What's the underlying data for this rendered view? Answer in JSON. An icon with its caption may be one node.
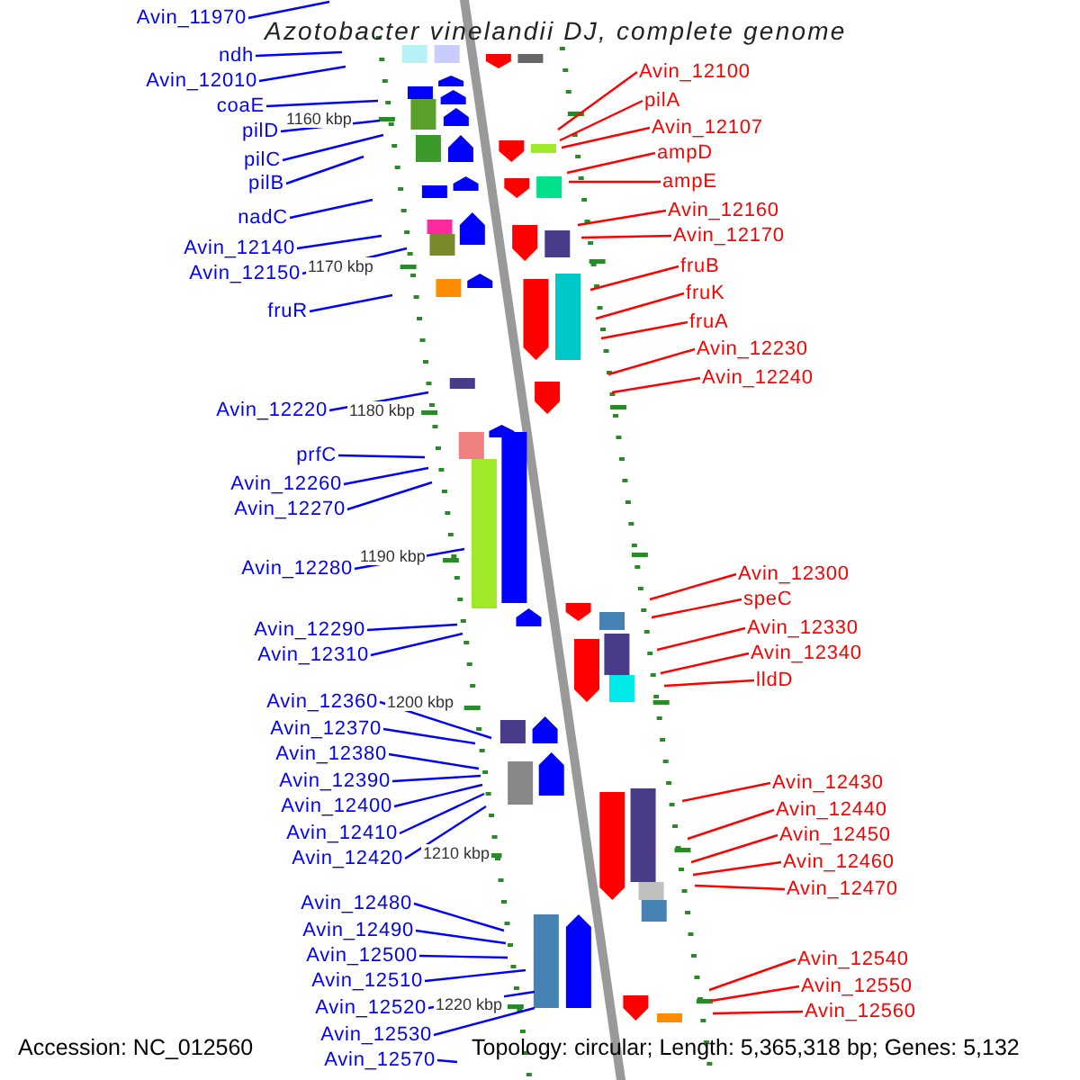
{
  "diagram": {
    "title": "Azotobacter vinelandii DJ, complete genome",
    "nodes": [
      {
        "text": [
          "Avin_11970"
        ]
      },
      {
        "text": [
          "ndh"
        ]
      },
      {
        "text": [
          "Avin_12010"
        ]
      },
      {
        "text": [
          "coaE"
        ]
      },
      {
        "text": [
          "pilD"
        ]
      },
      {
        "text": [
          "pilC"
        ]
      },
      {
        "text": [
          "pilB"
        ]
      },
      {
        "text": [
          "nadC"
        ]
      },
      {
        "text": [
          "Avin_12140"
        ]
      },
      {
        "text": [
          "Avin_12150"
        ]
      },
      {
        "text": [
          "fruR"
        ]
      },
      {
        "text": [
          "Avin_12220"
        ]
      },
      {
        "text": [
          "prfC"
        ]
      },
      {
        "text": [
          "Avin_12260"
        ]
      },
      {
        "text": [
          "Avin_12270"
        ]
      },
      {
        "text": [
          "Avin_12280"
        ]
      },
      {
        "text": [
          "Avin_12290"
        ]
      },
      {
        "text": [
          "Avin_12310"
        ]
      },
      {
        "text": [
          "Avin_12360"
        ]
      },
      {
        "text": [
          "Avin_12370"
        ]
      },
      {
        "text": [
          "Avin_12380"
        ]
      },
      {
        "text": [
          "Avin_12390"
        ]
      },
      {
        "text": [
          "Avin_12400"
        ]
      },
      {
        "text": [
          "Avin_12410"
        ]
      },
      {
        "text": [
          "Avin_12420"
        ]
      },
      {
        "text": [
          "Avin_12480"
        ]
      },
      {
        "text": [
          "Avin_12490"
        ]
      },
      {
        "text": [
          "Avin_12500"
        ]
      },
      {
        "text": [
          "Avin_12510"
        ]
      },
      {
        "text": [
          "Avin_12520"
        ]
      },
      {
        "text": [
          "Avin_12530"
        ]
      },
      {
        "text": [
          "Avin_12570"
        ]
      },
      {
        "text": [
          "Avin_12100"
        ]
      },
      {
        "text": [
          "pilA"
        ]
      },
      {
        "text": [
          "Avin_12107"
        ]
      },
      {
        "text": [
          "ampD"
        ]
      },
      {
        "text": [
          "ampE"
        ]
      },
      {
        "text": [
          "Avin_12160"
        ]
      },
      {
        "text": [
          "Avin_12170"
        ]
      },
      {
        "text": [
          "fruB"
        ]
      },
      {
        "text": [
          "fruK"
        ]
      },
      {
        "text": [
          "fruA"
        ]
      },
      {
        "text": [
          "Avin_12230"
        ]
      },
      {
        "text": [
          "Avin_12240"
        ]
      },
      {
        "text": [
          "Avin_12300"
        ]
      },
      {
        "text": [
          "speC"
        ]
      },
      {
        "text": [
          "Avin_12330"
        ]
      },
      {
        "text": [
          "Avin_12340"
        ]
      },
      {
        "text": [
          "lldD"
        ]
      },
      {
        "text": [
          "Avin_12430"
        ]
      },
      {
        "text": [
          "Avin_12440"
        ]
      },
      {
        "text": [
          "Avin_12450"
        ]
      },
      {
        "text": [
          "Avin_12460"
        ]
      },
      {
        "text": [
          "Avin_12470"
        ]
      },
      {
        "text": [
          "Avin_12540"
        ]
      },
      {
        "text": [
          "Avin_12550"
        ]
      },
      {
        "text": [
          "Avin_12560"
        ]
      }
    ],
    "edges": [
      {
        "from": 0,
        "to": null,
        "arrow": "none"
      },
      {
        "from": 1,
        "to": null,
        "arrow": "none"
      },
      {
        "from": 2,
        "to": null,
        "arrow": "none"
      },
      {
        "from": 3,
        "to": null,
        "arrow": "none"
      },
      {
        "from": 4,
        "to": null,
        "arrow": "none"
      },
      {
        "from": 5,
        "to": null,
        "arrow": "none"
      },
      {
        "from": 6,
        "to": null,
        "arrow": "none"
      },
      {
        "from": 7,
        "to": null,
        "arrow": "none"
      },
      {
        "from": 8,
        "to": null,
        "arrow": "none"
      },
      {
        "from": 9,
        "to": null,
        "arrow": "none"
      },
      {
        "from": 10,
        "to": null,
        "arrow": "none"
      },
      {
        "from": 11,
        "to": null,
        "arrow": "none"
      },
      {
        "from": 12,
        "to": null,
        "arrow": "none"
      },
      {
        "from": 13,
        "to": null,
        "arrow": "none"
      },
      {
        "from": 14,
        "to": null,
        "arrow": "none"
      },
      {
        "from": 15,
        "to": null,
        "arrow": "none"
      },
      {
        "from": 16,
        "to": null,
        "arrow": "none"
      },
      {
        "from": 17,
        "to": null,
        "arrow": "none"
      },
      {
        "from": 18,
        "to": null,
        "arrow": "none"
      },
      {
        "from": 19,
        "to": null,
        "arrow": "none"
      },
      {
        "from": 20,
        "to": null,
        "arrow": "none"
      },
      {
        "from": 21,
        "to": null,
        "arrow": "none"
      },
      {
        "from": 22,
        "to": null,
        "arrow": "none"
      },
      {
        "from": 23,
        "to": null,
        "arrow": "none"
      },
      {
        "from": 24,
        "to": null,
        "arrow": "none"
      },
      {
        "from": 25,
        "to": null,
        "arrow": "none"
      },
      {
        "from": 26,
        "to": null,
        "arrow": "none"
      },
      {
        "from": 27,
        "to": null,
        "arrow": "none"
      },
      {
        "from": 28,
        "to": null,
        "arrow": "none"
      },
      {
        "from": 29,
        "to": null,
        "arrow": "none"
      },
      {
        "from": 30,
        "to": null,
        "arrow": "none"
      },
      {
        "from": 31,
        "to": null,
        "arrow": "none"
      },
      {
        "from": 32,
        "to": null,
        "arrow": "none",
        "color": "#ff0000"
      },
      {
        "from": 33,
        "to": null,
        "arrow": "none",
        "color": "#ff0000"
      },
      {
        "from": 34,
        "to": null,
        "arrow": "none",
        "color": "#ff0000"
      },
      {
        "from": 35,
        "to": null,
        "arrow": "none",
        "color": "#ff0000"
      },
      {
        "from": 36,
        "to": null,
        "arrow": "none",
        "color": "#ff0000"
      },
      {
        "from": 37,
        "to": null,
        "arrow": "none",
        "color": "#ff0000"
      },
      {
        "from": 38,
        "to": null,
        "arrow": "none",
        "color": "#ff0000"
      },
      {
        "from": 39,
        "to": null,
        "arrow": "none",
        "color": "#ff0000"
      },
      {
        "from": 40,
        "to": null,
        "arrow": "none",
        "color": "#ff0000"
      },
      {
        "from": 41,
        "to": null,
        "arrow": "none",
        "color": "#ff0000"
      },
      {
        "from": 42,
        "to": null,
        "arrow": "none",
        "color": "#ff0000"
      },
      {
        "from": 43,
        "to": null,
        "arrow": "none",
        "color": "#ff0000"
      },
      {
        "from": 44,
        "to": null,
        "arrow": "none",
        "color": "#ff0000"
      },
      {
        "from": 45,
        "to": null,
        "arrow": "none",
        "color": "#ff0000"
      },
      {
        "from": 46,
        "to": null,
        "arrow": "none",
        "color": "#ff0000"
      },
      {
        "from": 47,
        "to": null,
        "arrow": "none",
        "color": "#ff0000"
      },
      {
        "from": 48,
        "to": null,
        "arrow": "none",
        "color": "#ff0000"
      },
      {
        "from": 49,
        "to": null,
        "arrow": "none",
        "color": "#ff0000"
      },
      {
        "from": 50,
        "to": null,
        "arrow": "none",
        "color": "#ff0000"
      },
      {
        "from": 51,
        "to": null,
        "arrow": "none",
        "color": "#ff0000"
      },
      {
        "from": 52,
        "to": null,
        "arrow": "none",
        "color": "#ff0000"
      },
      {
        "from": 53,
        "to": null,
        "arrow": "none",
        "color": "#ff0000"
      },
      {
        "from": 54,
        "to": null,
        "arrow": "none",
        "color": "#ff0000"
      },
      {
        "from": 55,
        "to": null,
        "arrow": "none",
        "color": "#ff0000"
      },
      {
        "from": 56,
        "to": null,
        "arrow": "none",
        "color": "#ff0000"
      }
    ],
    "labels": [
      "1160 kbp",
      "1170 kbp",
      "1180 kbp",
      "1190 kbp",
      "1200 kbp",
      "1210 kbp",
      "1220 kbp",
      "Accession: NC_012560",
      "Topology: circular; Length: 5,365,318 bp; Genes: 5,132"
    ]
  }
}
